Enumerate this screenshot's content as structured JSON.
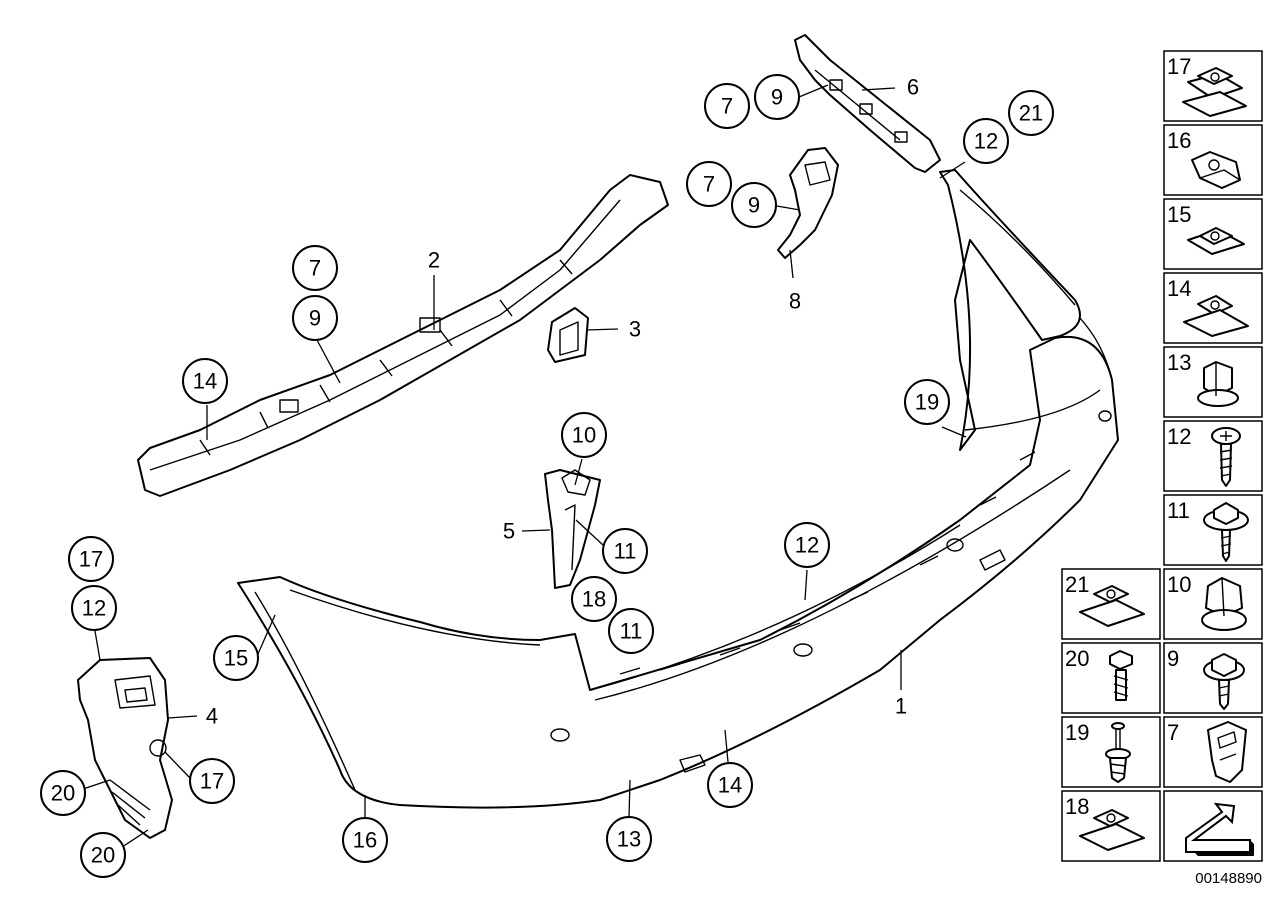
{
  "diagram": {
    "reference_number": "00148890",
    "callouts": [
      {
        "id": "c7a",
        "label": "7"
      },
      {
        "id": "c9a",
        "label": "9"
      },
      {
        "id": "c6",
        "label": "6"
      },
      {
        "id": "c12a",
        "label": "12"
      },
      {
        "id": "c21",
        "label": "21"
      },
      {
        "id": "c7b",
        "label": "7"
      },
      {
        "id": "c9b",
        "label": "9"
      },
      {
        "id": "c8",
        "label": "8"
      },
      {
        "id": "c7c",
        "label": "7"
      },
      {
        "id": "c2",
        "label": "2"
      },
      {
        "id": "c9c",
        "label": "9"
      },
      {
        "id": "c3",
        "label": "3"
      },
      {
        "id": "c14a",
        "label": "14"
      },
      {
        "id": "c19",
        "label": "19"
      },
      {
        "id": "c10",
        "label": "10"
      },
      {
        "id": "c5",
        "label": "5"
      },
      {
        "id": "c11a",
        "label": "11"
      },
      {
        "id": "c12b",
        "label": "12"
      },
      {
        "id": "c18",
        "label": "18"
      },
      {
        "id": "c11b",
        "label": "11"
      },
      {
        "id": "c17a",
        "label": "17"
      },
      {
        "id": "c12c",
        "label": "12"
      },
      {
        "id": "c15",
        "label": "15"
      },
      {
        "id": "c4",
        "label": "4"
      },
      {
        "id": "c17b",
        "label": "17"
      },
      {
        "id": "c20a",
        "label": "20"
      },
      {
        "id": "c20b",
        "label": "20"
      },
      {
        "id": "c16",
        "label": "16"
      },
      {
        "id": "c13",
        "label": "13"
      },
      {
        "id": "c14b",
        "label": "14"
      },
      {
        "id": "c1",
        "label": "1"
      }
    ],
    "legend_cells": [
      {
        "label": "17",
        "icon": "clip-nut-icon"
      },
      {
        "label": "16",
        "icon": "spring-clip-icon"
      },
      {
        "label": "15",
        "icon": "clip-nut-icon"
      },
      {
        "label": "14",
        "icon": "clip-nut-icon"
      },
      {
        "label": "13",
        "icon": "hex-nut-icon"
      },
      {
        "label": "12",
        "icon": "screw-icon"
      },
      {
        "label": "11",
        "icon": "washer-screw-icon"
      },
      {
        "label": "21",
        "icon": "clip-nut-icon"
      },
      {
        "label": "10",
        "icon": "hex-nut-icon"
      },
      {
        "label": "20",
        "icon": "expanding-rivet-icon"
      },
      {
        "label": "9",
        "icon": "washer-screw-icon"
      },
      {
        "label": "19",
        "icon": "push-rivet-icon"
      },
      {
        "label": "7",
        "icon": "clip-icon"
      },
      {
        "label": "18",
        "icon": "clip-nut-icon"
      },
      {
        "label": "",
        "icon": "arrow-icon"
      }
    ]
  }
}
